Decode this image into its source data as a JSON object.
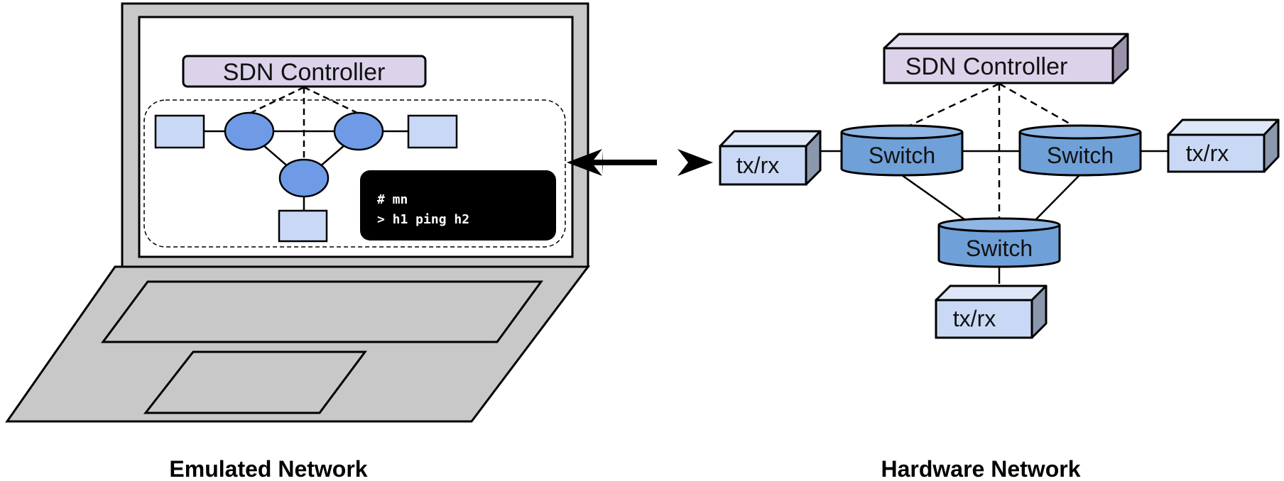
{
  "emulated": {
    "controller_label": "SDN Controller",
    "terminal_line1": "# mn",
    "terminal_line2": "> h1 ping h2",
    "caption": "Emulated Network"
  },
  "hardware": {
    "controller_label": "SDN Controller",
    "switch_left_label": "Switch",
    "switch_right_label": "Switch",
    "switch_bottom_label": "Switch",
    "host_left_label": "tx/rx",
    "host_right_label": "tx/rx",
    "host_bottom_label": "tx/rx",
    "caption": "Hardware Network"
  },
  "colors": {
    "controller_fill": "#dcd3ea",
    "host_fill": "#c9d9f5",
    "switch_fill": "#6fa0d8",
    "node_fill": "#6f9be6",
    "laptop_fill": "#c8c8c8",
    "terminal_fill": "#000000"
  }
}
